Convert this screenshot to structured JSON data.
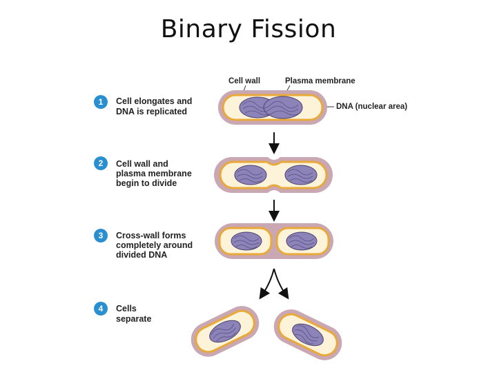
{
  "title": "Binary Fission",
  "labels": {
    "cell_wall": "Cell wall",
    "plasma_membrane": "Plasma membrane",
    "dna": "DNA (nuclear area)"
  },
  "steps": [
    {
      "number": "1",
      "lines": [
        "Cell elongates and",
        "DNA is replicated"
      ]
    },
    {
      "number": "2",
      "lines": [
        "Cell wall and",
        "plasma membrane",
        "begin to divide"
      ]
    },
    {
      "number": "3",
      "lines": [
        "Cross-wall forms",
        "completely around",
        "divided DNA"
      ]
    },
    {
      "number": "4",
      "lines": [
        "Cells",
        "separate"
      ]
    }
  ],
  "colors": {
    "cell_wall": "#c9a7b3",
    "membrane": "#e8a93a",
    "cytoplasm": "#fdf3d8",
    "dna": "#8c83b8",
    "dna_stroke": "#4a4270",
    "badge": "#2a8fd0",
    "arrow": "#111111"
  }
}
